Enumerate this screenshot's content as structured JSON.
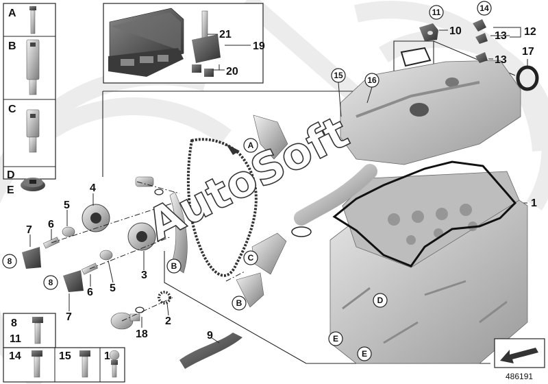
{
  "watermark": "AutoSoft",
  "image_number": "486191",
  "kit_letters": [
    "A",
    "B",
    "C",
    "D",
    "E"
  ],
  "callouts": {
    "n1": "1",
    "n2": "2",
    "n3": "3",
    "n4": "4",
    "n5a": "5",
    "n5b": "5",
    "n6a": "6",
    "n6b": "6",
    "n7a": "7",
    "n7b": "7",
    "n8a": "8",
    "n8b": "8",
    "n9": "9",
    "n10": "10",
    "n11": "11",
    "n12": "12",
    "n13a": "13",
    "n13b": "13",
    "n14": "14",
    "n15": "15",
    "n16": "16",
    "n17": "17",
    "n18": "18",
    "n19": "19",
    "n20": "20",
    "n21": "21"
  },
  "letter_tags": {
    "a": "A",
    "b1": "B",
    "b2": "B",
    "c": "C",
    "d": "D",
    "e1": "E",
    "e2": "E"
  },
  "bolt_legend": {
    "r1a": "8",
    "r1b": "11",
    "r2a": "14",
    "r2b": "15",
    "r2c": "16"
  }
}
